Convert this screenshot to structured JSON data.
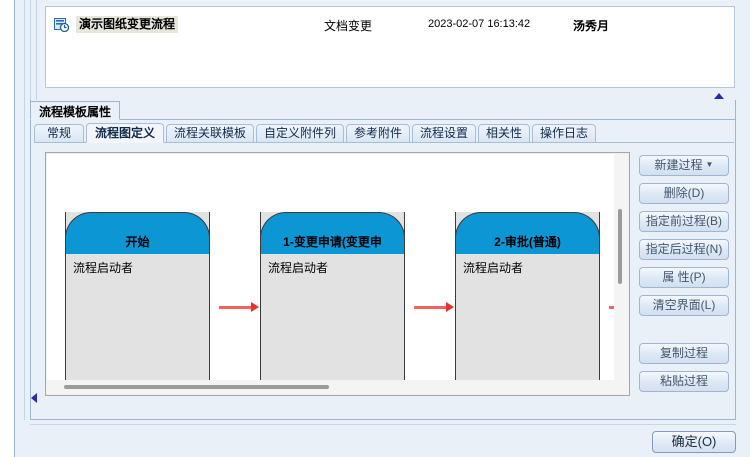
{
  "list": {
    "rows": [
      {
        "icon": "document-clock-icon",
        "title": "演示图纸变更流程",
        "type": "文档变更",
        "datetime": "2023-02-07 16:13:42",
        "user": "汤秀月"
      }
    ]
  },
  "groupbox": {
    "title": "流程模板属性"
  },
  "tabs": [
    {
      "label": "常规",
      "selected": false
    },
    {
      "label": "流程图定义",
      "selected": true
    },
    {
      "label": "流程关联模板",
      "selected": false
    },
    {
      "label": "自定义附件列",
      "selected": false
    },
    {
      "label": "参考附件",
      "selected": false
    },
    {
      "label": "流程设置",
      "selected": false
    },
    {
      "label": "相关性",
      "selected": false
    },
    {
      "label": "操作日志",
      "selected": false
    }
  ],
  "flow": {
    "nodes": [
      {
        "title": "开始",
        "actor": "流程启动者"
      },
      {
        "title": "1-变更申请(变更申",
        "actor": "流程启动者"
      },
      {
        "title": "2-审批(普通)",
        "actor": "流程启动者"
      }
    ],
    "header_color": "#0d96d4",
    "body_color": "#e2e2e2",
    "arrow_color": "#e8322e"
  },
  "side_buttons": [
    {
      "label": "新建过程",
      "has_caret": true
    },
    {
      "label": "删除(D)",
      "has_caret": false
    },
    {
      "label": "指定前过程(B)",
      "has_caret": false
    },
    {
      "label": "指定后过程(N)",
      "has_caret": false
    },
    {
      "label": "属  性(P)",
      "has_caret": false
    },
    {
      "label": "清空界面(L)",
      "has_caret": false
    },
    {
      "label": "复制过程",
      "has_caret": false
    },
    {
      "label": "粘贴过程",
      "has_caret": false
    }
  ],
  "footer": {
    "ok_label": "确定(O)"
  },
  "icons": {
    "nav_up": "triangle-up-icon",
    "nav_left": "triangle-left-icon"
  }
}
